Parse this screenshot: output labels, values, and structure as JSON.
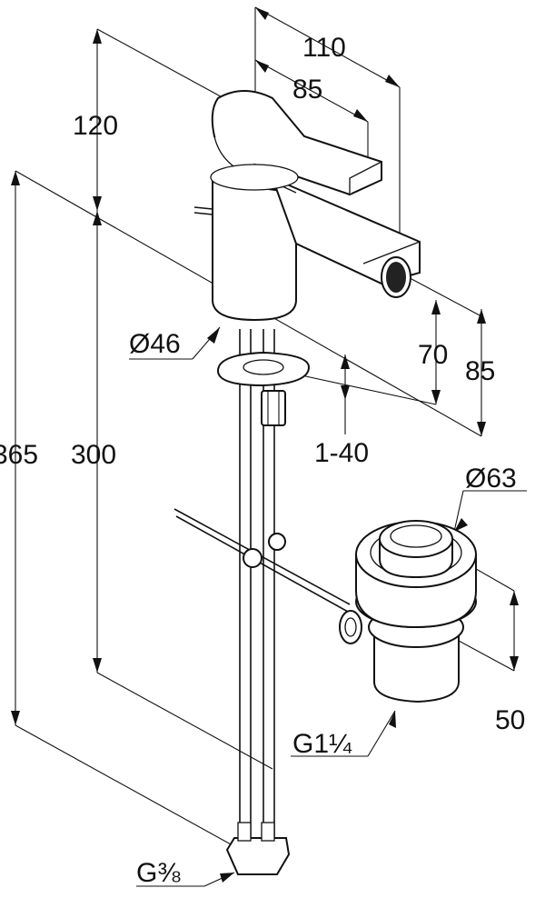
{
  "diagram": {
    "dimensions": {
      "width_total": "110",
      "width_handle": "85",
      "height_top": "120",
      "height_total": "365",
      "height_body": "300",
      "spout_height_inner": "70",
      "spout_height_outer": "85",
      "clamp_range": "1-40",
      "pipe_length": "50",
      "body_diameter": "Ø46",
      "waste_diameter": "Ø63",
      "waste_thread": "G1¼",
      "connection_thread": "G⅜"
    },
    "colors": {
      "ink": "#111111",
      "paper": "#ffffff"
    }
  }
}
